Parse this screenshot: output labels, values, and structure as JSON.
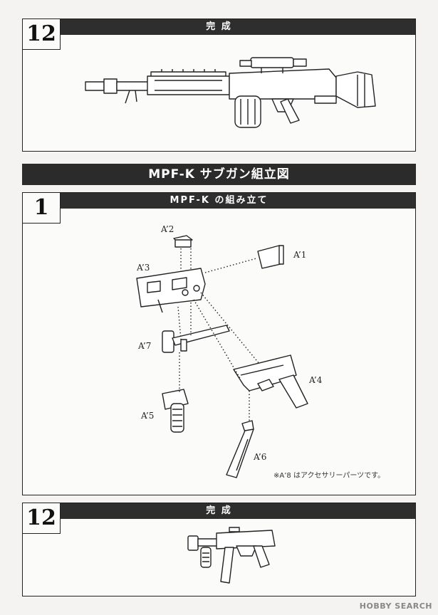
{
  "steps": {
    "top": {
      "number": "12",
      "title": "完 成"
    },
    "main": {
      "number": "1",
      "title": "MPF-K の組み立て"
    },
    "bottom": {
      "number": "12",
      "title": "完 成"
    }
  },
  "section_title": "MPF-K サブガン組立図",
  "parts": {
    "a1": "A’1",
    "a2": "A’2",
    "a3": "A’3",
    "a4": "A’4",
    "a5": "A’5",
    "a6": "A’6",
    "a7": "A’7"
  },
  "note": "※A’8 はアクセサリーパーツです。",
  "watermark": "HOBBY SEARCH"
}
